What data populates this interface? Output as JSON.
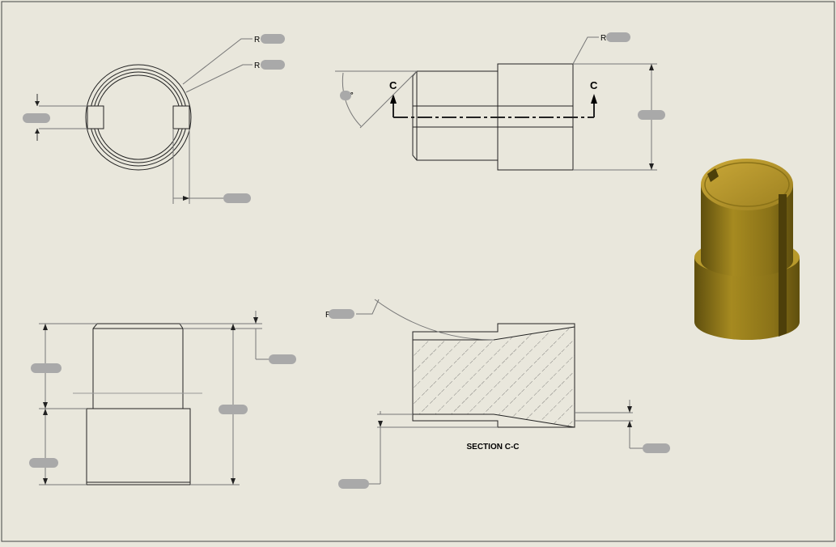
{
  "drawing": {
    "section_marker": "C",
    "section_title": "SECTION C-C",
    "radius_prefix": "R",
    "angle_symbol": "°"
  },
  "colors": {
    "sheet_bg": "#e9e7dc",
    "line": "#222222",
    "dim_line": "#777777",
    "redaction": "#a9a9a9",
    "part_gold": "#a68a20",
    "part_dark": "#6e5c10",
    "part_light": "#d8b844"
  }
}
